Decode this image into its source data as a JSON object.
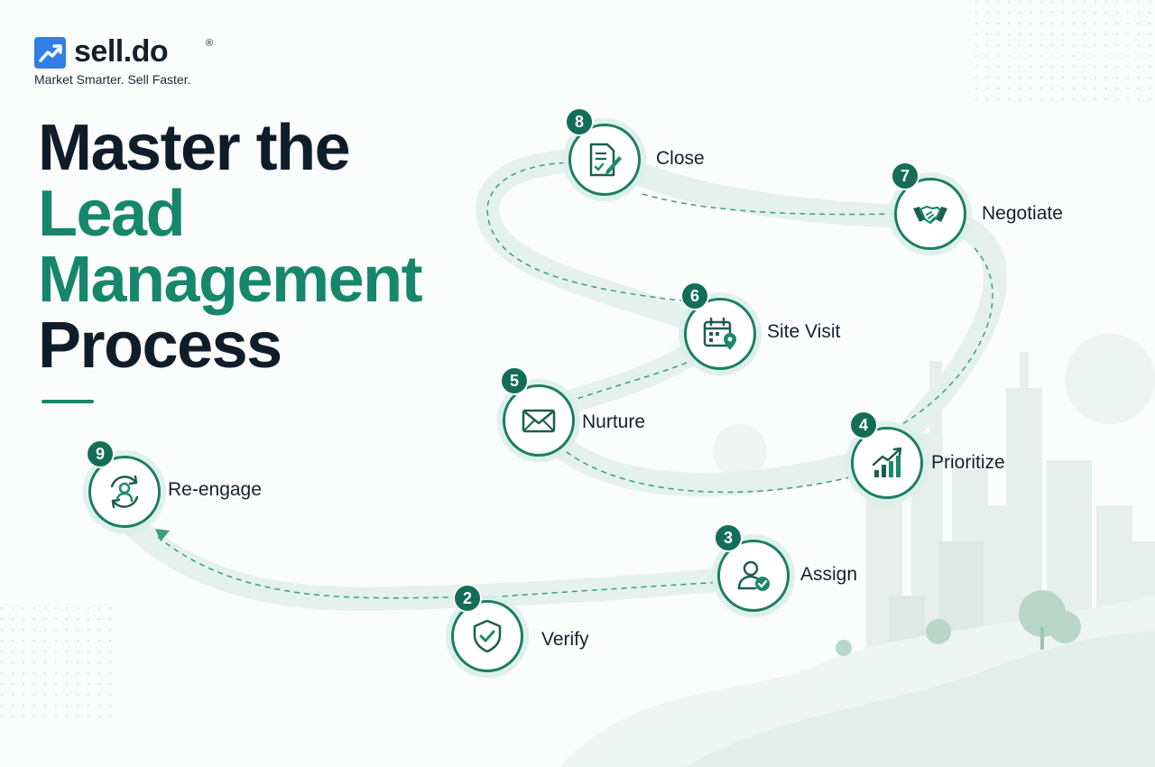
{
  "brand": {
    "name": "sell.do",
    "registered_mark": "®",
    "tagline": "Market Smarter. Sell Faster.",
    "accent_color": "#16876a",
    "logo_color": "#2f7fe6"
  },
  "headline": {
    "line1": "Master the",
    "line2": "Lead",
    "line3": "Management",
    "line4": "Process"
  },
  "steps": [
    {
      "number": "2",
      "label": "Verify",
      "icon": "shield-check-icon"
    },
    {
      "number": "3",
      "label": "Assign",
      "icon": "user-check-icon"
    },
    {
      "number": "4",
      "label": "Prioritize",
      "icon": "bar-chart-growth-icon"
    },
    {
      "number": "5",
      "label": "Nurture",
      "icon": "envelope-icon"
    },
    {
      "number": "6",
      "label": "Site Visit",
      "icon": "calendar-location-icon"
    },
    {
      "number": "7",
      "label": "Negotiate",
      "icon": "handshake-icon"
    },
    {
      "number": "8",
      "label": "Close",
      "icon": "document-sign-icon"
    },
    {
      "number": "9",
      "label": "Re-engage",
      "icon": "user-refresh-icon"
    }
  ]
}
